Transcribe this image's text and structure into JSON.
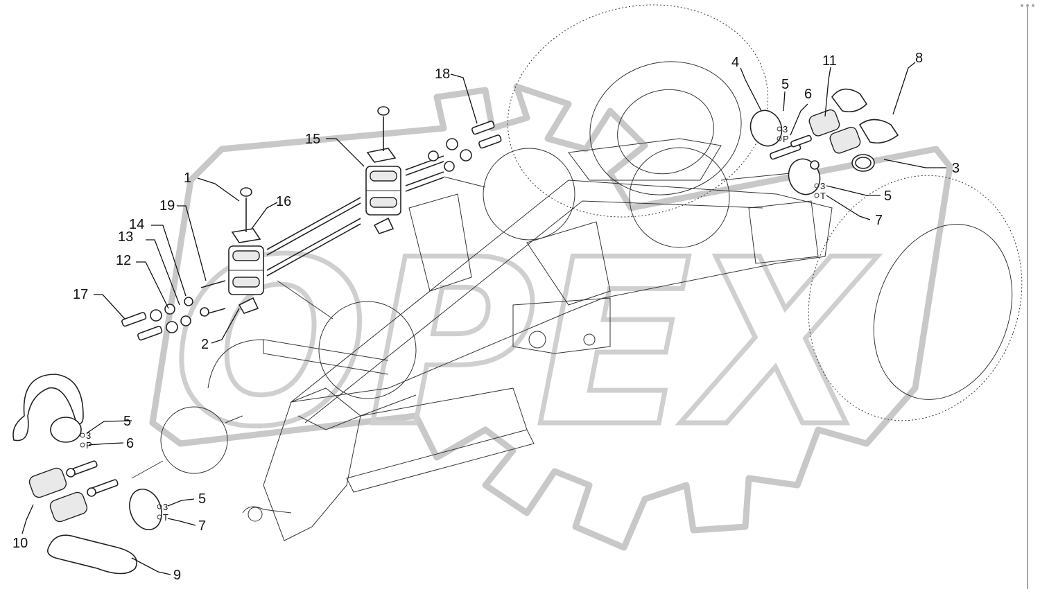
{
  "watermark": {
    "text": "OPEX"
  },
  "callouts": [
    {
      "id": "c1",
      "text": "1"
    },
    {
      "id": "c2",
      "text": "2"
    },
    {
      "id": "c3",
      "text": "3"
    },
    {
      "id": "c4",
      "text": "4"
    },
    {
      "id": "c5a",
      "text": "5"
    },
    {
      "id": "c5b",
      "text": "5"
    },
    {
      "id": "c5c",
      "text": "5"
    },
    {
      "id": "c5d",
      "text": "5"
    },
    {
      "id": "c6a",
      "text": "6"
    },
    {
      "id": "c6b",
      "text": "6"
    },
    {
      "id": "c7a",
      "text": "7"
    },
    {
      "id": "c7b",
      "text": "7"
    },
    {
      "id": "c8",
      "text": "8"
    },
    {
      "id": "c9",
      "text": "9"
    },
    {
      "id": "c10",
      "text": "10"
    },
    {
      "id": "c11",
      "text": "11"
    },
    {
      "id": "c12",
      "text": "12"
    },
    {
      "id": "c13",
      "text": "13"
    },
    {
      "id": "c14",
      "text": "14"
    },
    {
      "id": "c15",
      "text": "15"
    },
    {
      "id": "c16",
      "text": "16"
    },
    {
      "id": "c17",
      "text": "17"
    },
    {
      "id": "c18",
      "text": "18"
    },
    {
      "id": "c19",
      "text": "19"
    }
  ],
  "markings": {
    "ring_3": "3",
    "letter_p": "P",
    "letter_t": "T"
  }
}
